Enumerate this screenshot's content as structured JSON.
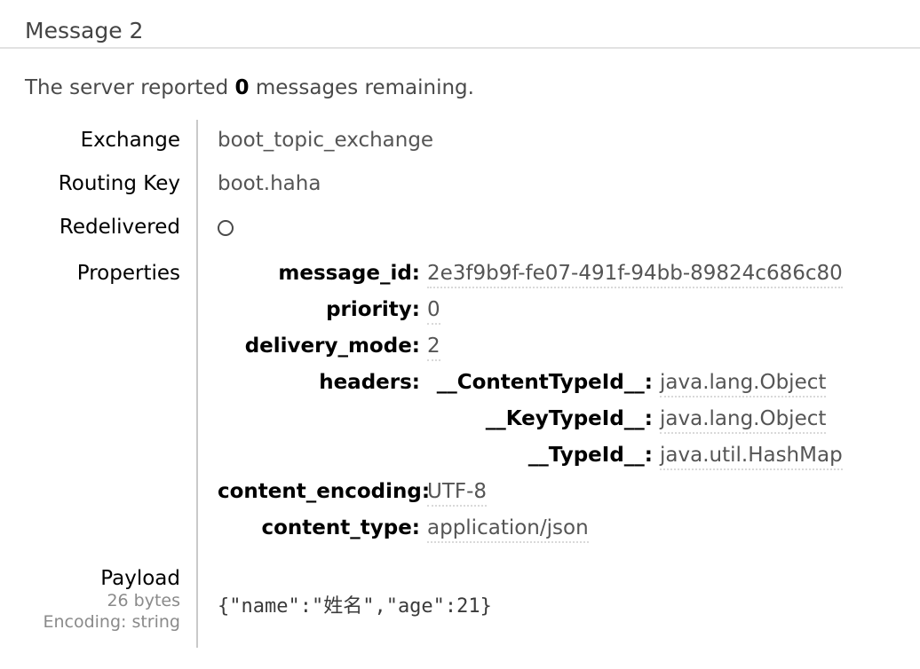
{
  "title": "Message 2",
  "notice": {
    "prefix": "The server reported ",
    "count": "0",
    "suffix": " messages remaining."
  },
  "facts": {
    "exchange": {
      "label": "Exchange",
      "value": "boot_topic_exchange"
    },
    "routing_key": {
      "label": "Routing Key",
      "value": "boot.haha"
    },
    "redelivered": {
      "label": "Redelivered",
      "value": "false",
      "icon": "circle-outline"
    },
    "properties_label": "Properties",
    "properties": [
      {
        "key": "message_id:",
        "value": "2e3f9b9f-fe07-491f-94bb-89824c686c80"
      },
      {
        "key": "priority:",
        "value": "0"
      },
      {
        "key": "delivery_mode:",
        "value": "2"
      },
      {
        "key": "headers:",
        "entries": [
          {
            "key": "__ContentTypeId__:",
            "value": "java.lang.Object"
          },
          {
            "key": "__KeyTypeId__:",
            "value": "java.lang.Object"
          },
          {
            "key": "__TypeId__:",
            "value": "java.util.HashMap"
          }
        ]
      },
      {
        "key": "content_encoding:",
        "value": "UTF-8"
      },
      {
        "key": "content_type:",
        "value": "application/json"
      }
    ],
    "payload": {
      "label": "Payload",
      "size": "26 bytes",
      "encoding": "Encoding: string",
      "value": "{\"name\":\"姓名\",\"age\":21}"
    }
  },
  "colors": {
    "heading": "#444444",
    "label": "#000000",
    "value": "#555555",
    "divider": "#c9c9c9",
    "rule": "#e2e2e2",
    "muted": "#8a8a8a"
  }
}
